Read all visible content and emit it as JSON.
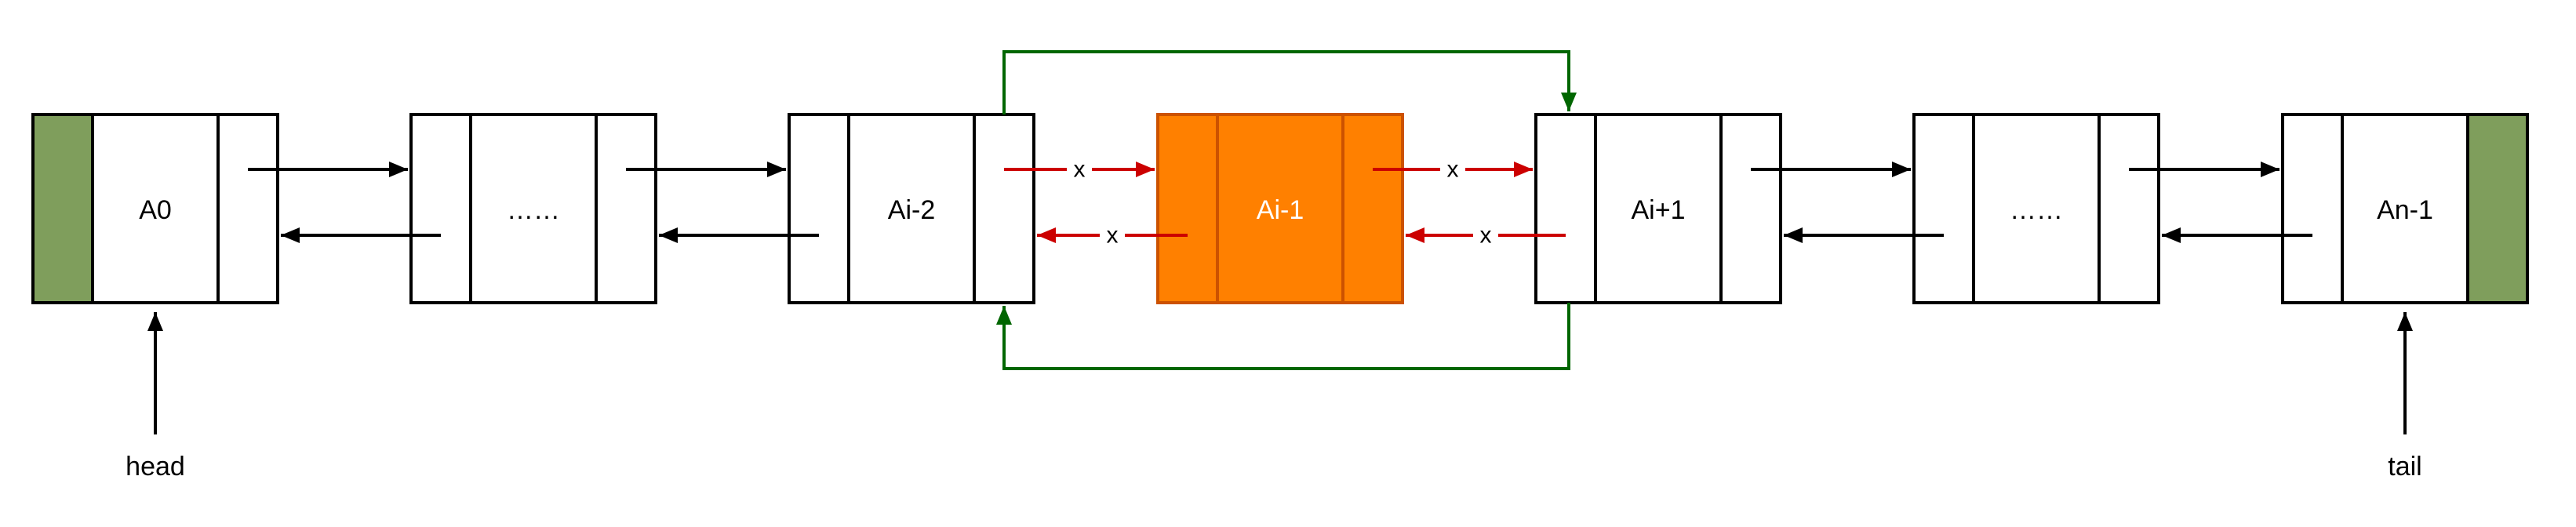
{
  "colors": {
    "background": "#ffffff",
    "node_border": "#000000",
    "node_fill": "#ffffff",
    "null_cell_fill": "#7f9e5c",
    "deleted_node_fill": "#ff8000",
    "deleted_node_border": "#cc5200",
    "deleted_node_text": "#ffffff",
    "link_arrow": "#000000",
    "broken_link_arrow": "#cc0000",
    "bypass_link_arrow": "#006600",
    "text": "#000000"
  },
  "nodes": [
    {
      "label": "A0"
    },
    {
      "label": "……"
    },
    {
      "label": "Ai-2"
    },
    {
      "label": "Ai-1"
    },
    {
      "label": "Ai+1"
    },
    {
      "label": "……"
    },
    {
      "label": "An-1"
    }
  ],
  "annotations": {
    "head": "head",
    "tail": "tail",
    "broken_mark": "x"
  }
}
